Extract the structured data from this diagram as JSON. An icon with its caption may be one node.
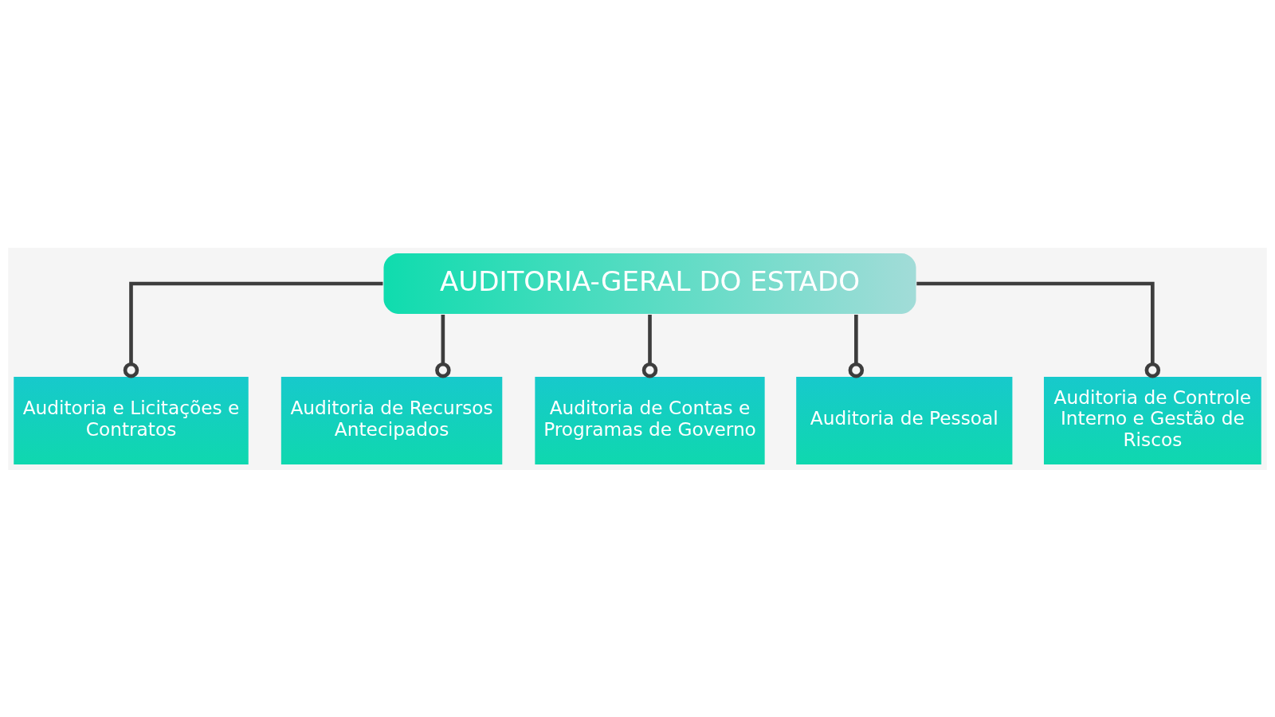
{
  "diagram": {
    "nodes": [
      {
        "text": [
          "AUDITORIA-GERAL DO ESTADO"
        ]
      },
      {
        "text": [
          "Auditoria e Licitações e Contratos"
        ]
      },
      {
        "text": [
          "Auditoria de Recursos Antecipados"
        ]
      },
      {
        "text": [
          "Auditoria de Contas e Programas de Governo"
        ]
      },
      {
        "text": [
          "Auditoria de Pessoal"
        ]
      },
      {
        "text": [
          "Auditoria de Controle Interno e Gestão de Riscos"
        ]
      }
    ],
    "edges": [
      {
        "from": 0,
        "to": 1,
        "arrow": "other"
      },
      {
        "from": 0,
        "to": 2,
        "arrow": "other"
      },
      {
        "from": 0,
        "to": 3,
        "arrow": "other"
      },
      {
        "from": 0,
        "to": 4,
        "arrow": "other"
      },
      {
        "from": 0,
        "to": 5,
        "arrow": "other"
      }
    ]
  }
}
